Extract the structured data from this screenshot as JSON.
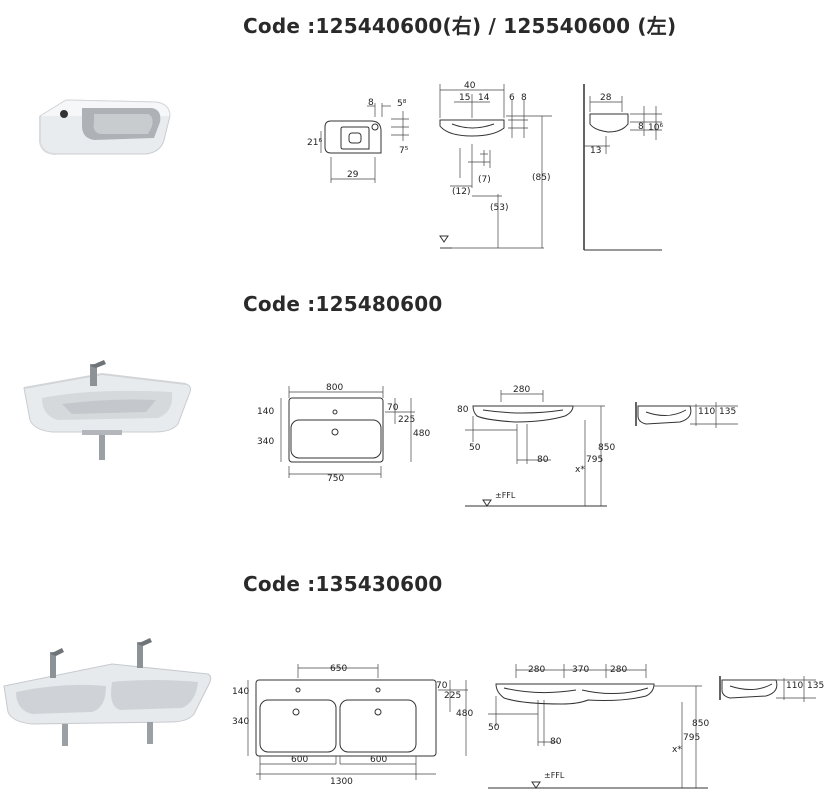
{
  "sections": [
    {
      "code": "Code :125440600(右) / 125540600 (左)",
      "dims": {
        "plan_8": "8",
        "plan_5": "5⁸",
        "plan_21": "21⁶",
        "plan_7": "7⁵",
        "plan_29": "29",
        "front_40": "40",
        "front_15": "15",
        "front_14": "14",
        "front_6": "6",
        "front_8": "8",
        "front_7": "(7)",
        "front_12": "(12)",
        "front_53": "(53)",
        "front_85": "(85)",
        "side_28": "28",
        "side_8": "8",
        "side_10": "10⁶",
        "side_13": "13"
      }
    },
    {
      "code": "Code :125480600",
      "dims": {
        "plan_800": "800",
        "plan_140": "140",
        "plan_340": "340",
        "plan_70": "70",
        "plan_225": "225",
        "plan_480": "480",
        "plan_750": "750",
        "front_280": "280",
        "front_80a": "80",
        "front_50": "50",
        "front_80b": "80",
        "front_795": "795",
        "front_850": "850",
        "front_x": "x*",
        "front_ffl": "±FFL",
        "side_110": "110",
        "side_135": "135"
      }
    },
    {
      "code": "Code :135430600",
      "dims": {
        "plan_650": "650",
        "plan_140": "140",
        "plan_340": "340",
        "plan_70": "70",
        "plan_225": "225",
        "plan_480": "480",
        "plan_600a": "600",
        "plan_600b": "600",
        "plan_1300": "1300",
        "front_280a": "280",
        "front_370": "370",
        "front_280b": "280",
        "front_50": "50",
        "front_80": "80",
        "front_795": "795",
        "front_850": "850",
        "front_x": "x*",
        "front_ffl": "±FFL",
        "side_110": "110",
        "side_135": "135"
      }
    }
  ]
}
